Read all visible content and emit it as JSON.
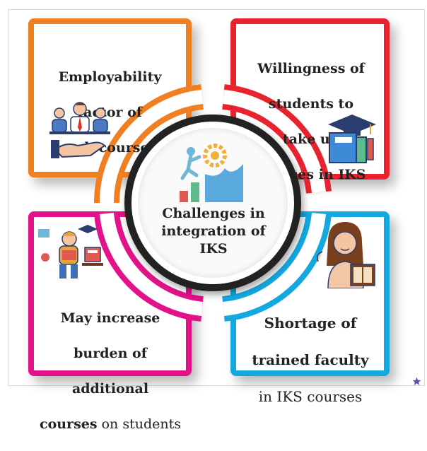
{
  "center": {
    "label_lines": [
      "Challenges in",
      "integration of",
      "IKS"
    ]
  },
  "cards": {
    "top_left": {
      "color": "#f07f22",
      "lines": [
        "Employability",
        "factor of",
        "such courses."
      ],
      "icon": "handshake-people-icon"
    },
    "top_right": {
      "color": "#e8232e",
      "lines": [
        "Willingness of",
        "students to",
        "take up",
        "courses in IKS"
      ],
      "icon": "graduation-books-icon"
    },
    "bottom_left": {
      "color": "#e3118a",
      "line1": "May increase",
      "line2": "burden of",
      "line3": "additional",
      "line4_bold": "courses",
      "line4_rest": " on students",
      "icon": "reading-student-icon"
    },
    "bottom_right": {
      "color": "#13a8e0",
      "line1": "Shortage of",
      "line2": "trained faculty",
      "line3": "in IKS courses",
      "icon": "teacher-with-book-icon"
    }
  },
  "footer": {
    "icon": "star-icon",
    "star_color": "#6b4ea0"
  }
}
